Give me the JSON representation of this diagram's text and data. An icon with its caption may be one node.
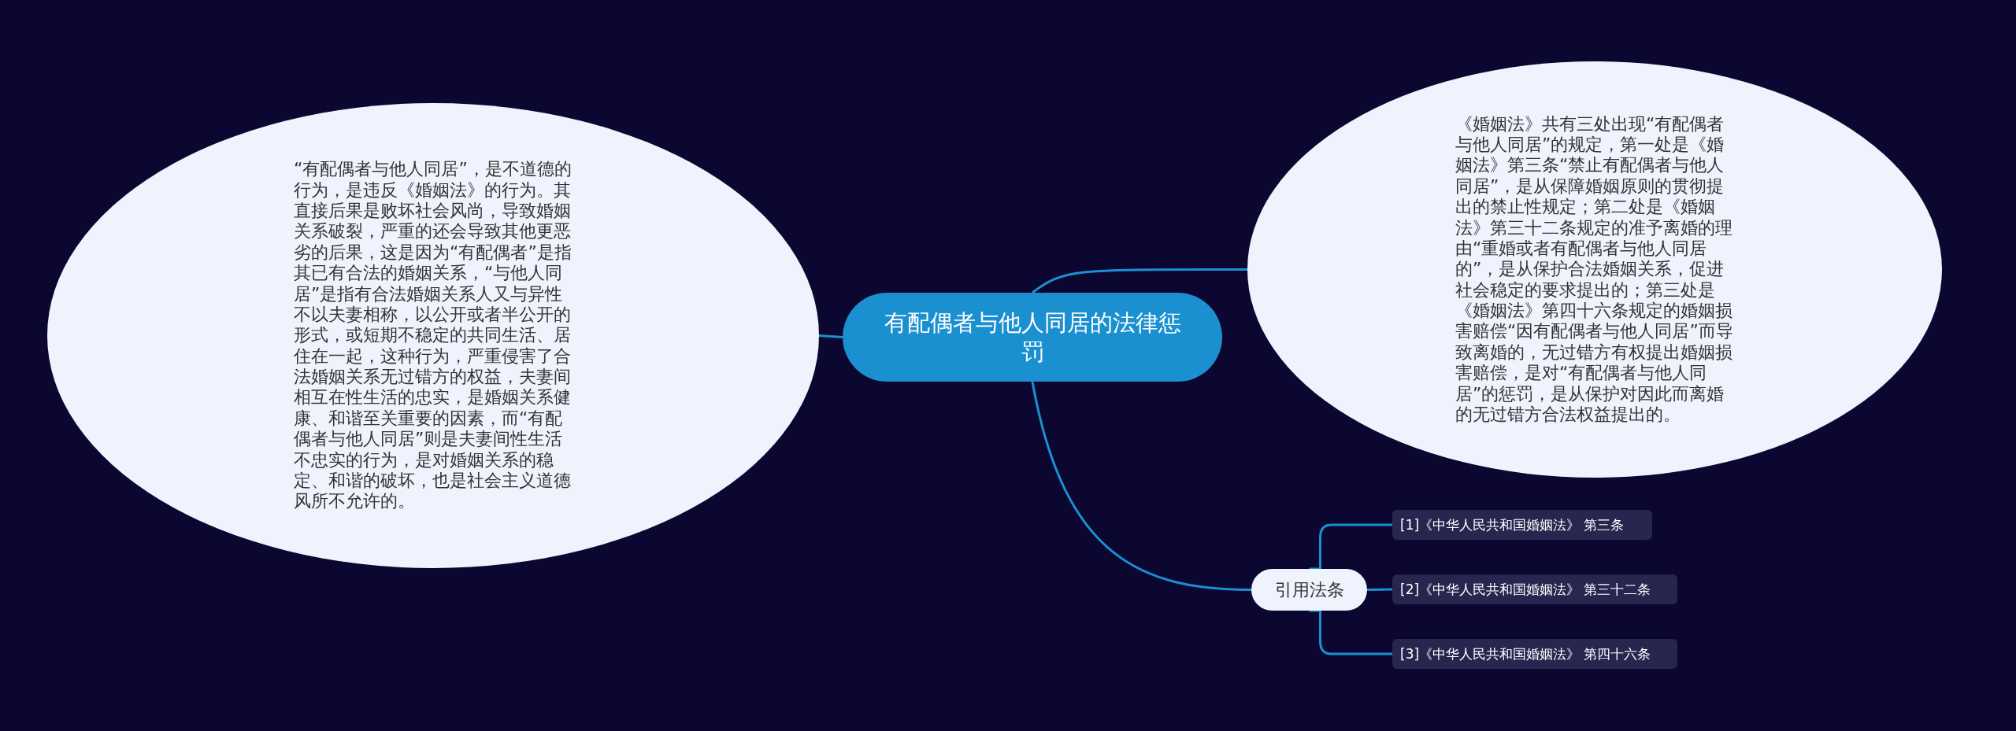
{
  "diagram": {
    "nodes": [
      {
        "text": [
          "有配偶者与他人同居的法律惩罚"
        ]
      },
      {
        "text": [
          "“有配偶者与他人同居”，是不道德的行为，是违反《婚姻法》的行为。其直接后果是败坏社会风尚，导致婚姻关系破裂，严重的还会导致其他更恶劣的后果，这是因为“有配偶者”是指其已有合法的婚姻关系，“与他人同居”是指有合法婚姻关系人又与异性不以夫妻相称，以公开或者半公开的形式，或短期不稳定的共同生活、居住在一起，这种行为，严重侵害了合法婚姻关系无过错方的权益，夫妻间相互在性生活的忠实，是婚姻关系健康、和谐至关重要的因素，而“有配偶者与他人同居”则是夫妻间性生活不忠实的行为，是对婚姻关系的稳定、和谐的破坏，也是社会主义道德风所不允许的。"
        ]
      },
      {
        "text": [
          "《婚姻法》共有三处出现“有配偶者与他人同居”的规定，第一处是《婚姻法》第三条“禁止有配偶者与他人同居”，是从保障婚姻原则的贯彻提出的禁止性规定；第二处是《婚姻法》第三十二条规定的准予离婚的理由“重婚或者有配偶者与他人同居的”，是从保护合法婚姻关系，促进社会稳定的要求提出的；第三处是《婚姻法》第四十六条规定的婚姻损害赔偿“因有配偶者与他人同居”而导致离婚的，无过错方有权提出婚姻损害赔偿，是对“有配偶者与他人同居”的惩罚，是从保护对因此而离婚的无过错方合法权益提出的。"
        ]
      },
      {
        "text": [
          "引用法条"
        ]
      },
      {
        "text": [
          "[1]《中华人民共和国婚姻法》 第三条"
        ]
      },
      {
        "text": [
          "[2]《中华人民共和国婚姻法》 第三十二条"
        ]
      },
      {
        "text": [
          "[3]《中华人民共和国婚姻法》 第四十六条"
        ]
      }
    ],
    "edges": [
      {
        "from": 0,
        "to": 1,
        "arrow": "none"
      },
      {
        "from": 0,
        "to": 2,
        "arrow": "none"
      },
      {
        "from": 0,
        "to": 3,
        "arrow": "none"
      },
      {
        "from": 3,
        "to": 4,
        "arrow": "none"
      },
      {
        "from": 3,
        "to": 5,
        "arrow": "none"
      },
      {
        "from": 3,
        "to": 6,
        "arrow": "none"
      }
    ]
  }
}
